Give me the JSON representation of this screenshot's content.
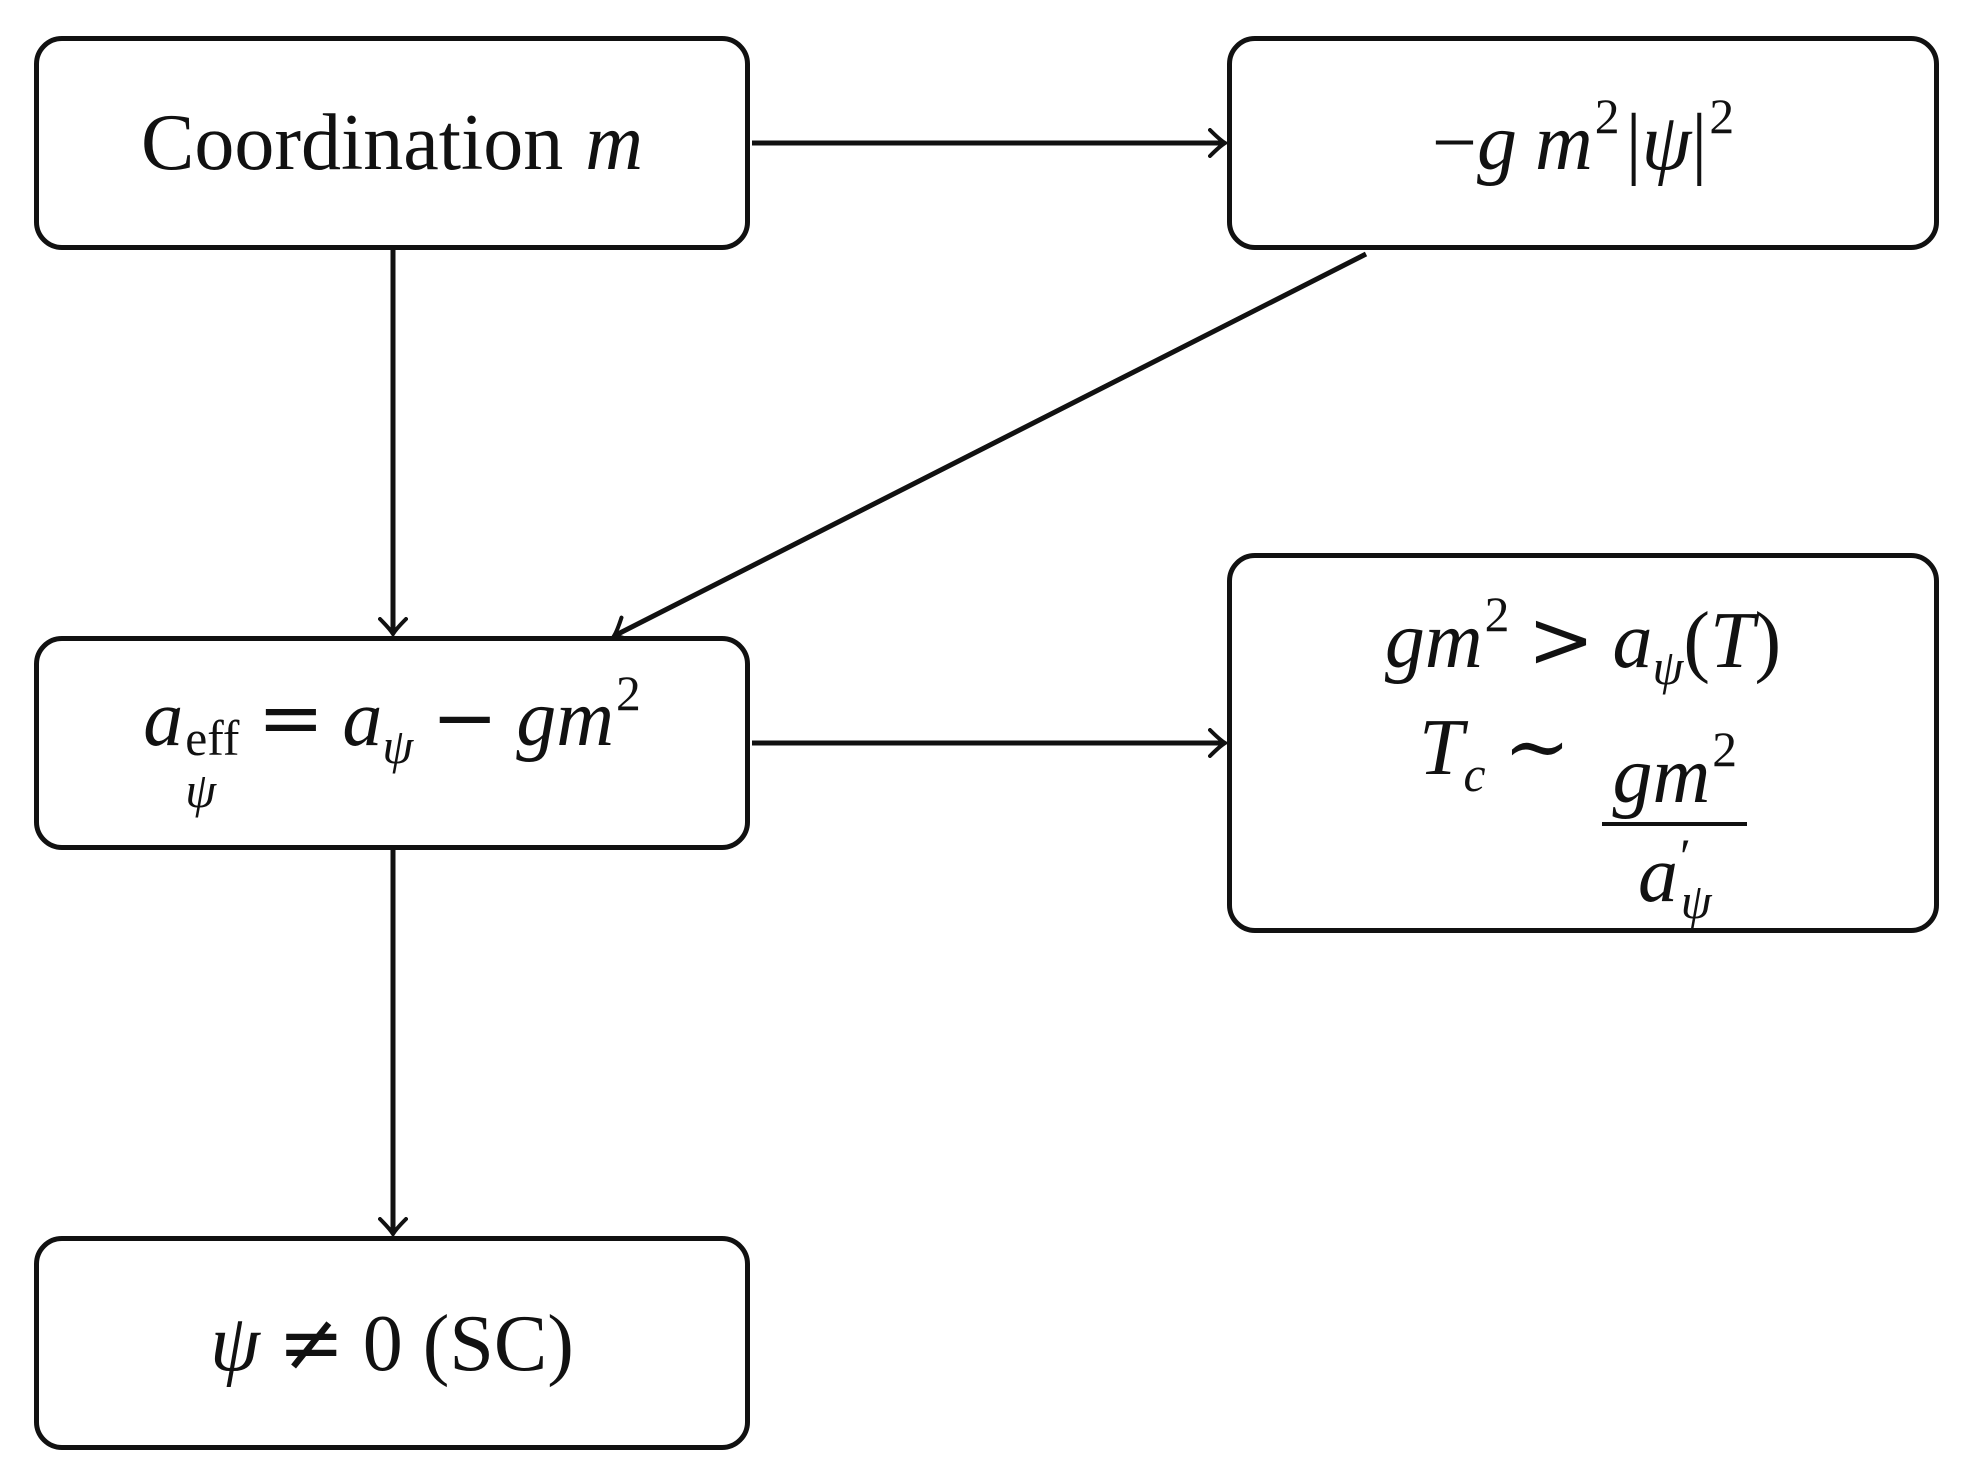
{
  "nodes": {
    "coordination": {
      "label": "Coordination",
      "var": "m"
    },
    "coupling_term": {
      "minus": "−",
      "g": "g",
      "m": "m",
      "exp": "2",
      "bar_open": "|",
      "psi": "ψ",
      "bar_close": "|",
      "exp2": "2"
    },
    "effective_coeff": {
      "a": "a",
      "sup": "eff",
      "sub": "ψ",
      "eq": "=",
      "a2": "a",
      "sub2": "ψ",
      "minus": "−",
      "g": "g",
      "m": "m",
      "exp": "2"
    },
    "condition": {
      "g": "g",
      "m": "m",
      "exp": "2",
      "gt": ">",
      "a": "a",
      "sub": "ψ",
      "paren_open": "(",
      "T": "T",
      "paren_close": ")",
      "Tc_T": "T",
      "Tc_sub": "c",
      "sim": "∼",
      "num_g": "g",
      "num_m": "m",
      "num_exp": "2",
      "den_a": "a",
      "den_prime": "′",
      "den_sub": "ψ"
    },
    "result": {
      "psi": "ψ",
      "neq": "≠",
      "zero": "0",
      "label": "(SC)"
    }
  },
  "edges": [
    {
      "from": "coordination",
      "to": "coupling_term"
    },
    {
      "from": "coordination",
      "to": "effective_coeff"
    },
    {
      "from": "coupling_term",
      "to": "effective_coeff"
    },
    {
      "from": "effective_coeff",
      "to": "condition"
    },
    {
      "from": "effective_coeff",
      "to": "result"
    }
  ],
  "colors": {
    "stroke": "#111111",
    "background": "#ffffff"
  }
}
